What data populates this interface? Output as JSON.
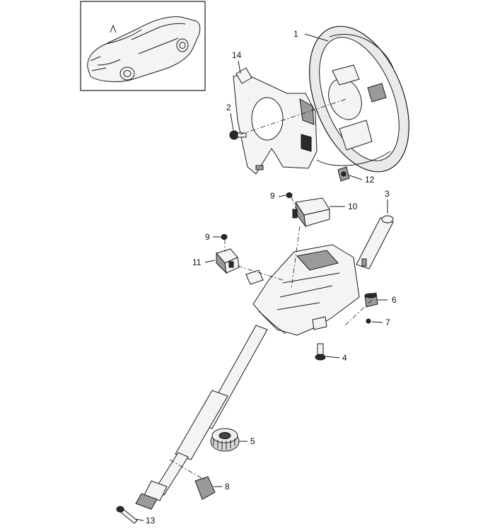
{
  "diagram": {
    "thumbnail": {
      "label": "vehicle-thumbnail"
    },
    "callouts": [
      {
        "id": "c1",
        "number": "1"
      },
      {
        "id": "c14",
        "number": "14"
      },
      {
        "id": "c2",
        "number": "2"
      },
      {
        "id": "c12",
        "number": "12"
      },
      {
        "id": "c3",
        "number": "3"
      },
      {
        "id": "c9a",
        "number": "9"
      },
      {
        "id": "c10",
        "number": "10"
      },
      {
        "id": "c9b",
        "number": "9"
      },
      {
        "id": "c11",
        "number": "11"
      },
      {
        "id": "c6",
        "number": "6"
      },
      {
        "id": "c7",
        "number": "7"
      },
      {
        "id": "c4",
        "number": "4"
      },
      {
        "id": "c5",
        "number": "5"
      },
      {
        "id": "c8",
        "number": "8"
      },
      {
        "id": "c13",
        "number": "13"
      }
    ]
  }
}
